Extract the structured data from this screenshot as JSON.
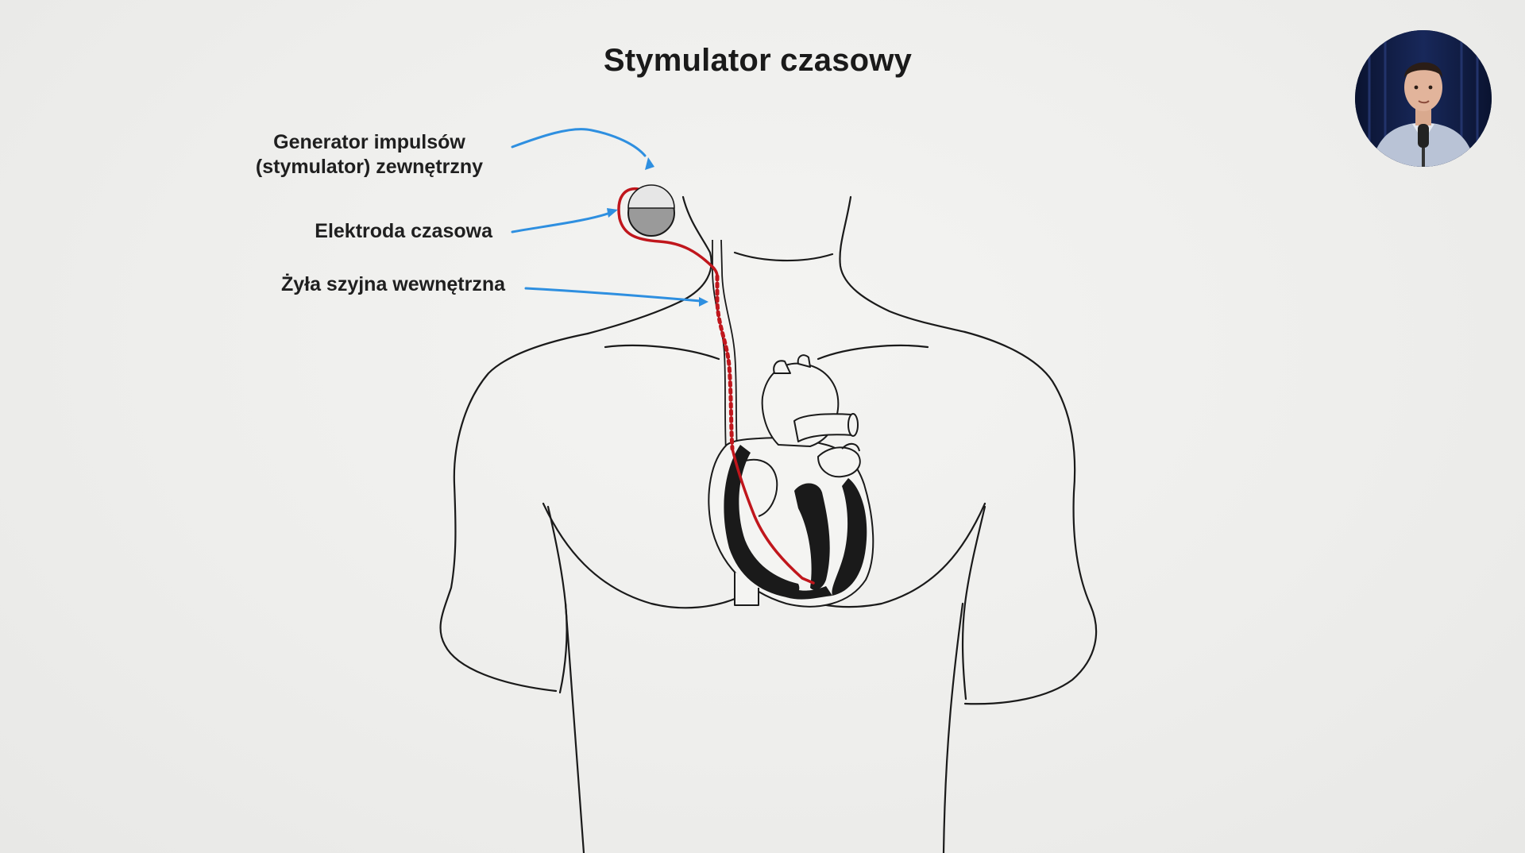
{
  "title": "Stymulator czasowy",
  "labels": {
    "generator_line1": "Generator impulsów",
    "generator_line2": "(stymulator) zewnętrzny",
    "electrode": "Elektroda czasowa",
    "vein": "Żyła szyjna wewnętrzna"
  },
  "colors": {
    "background": "#eeeeec",
    "outline": "#1a1a1a",
    "lead": "#c0161c",
    "arrow": "#2e8fe0",
    "generator": "#9a9a9a"
  },
  "icons": [
    "presenter-webcam"
  ]
}
